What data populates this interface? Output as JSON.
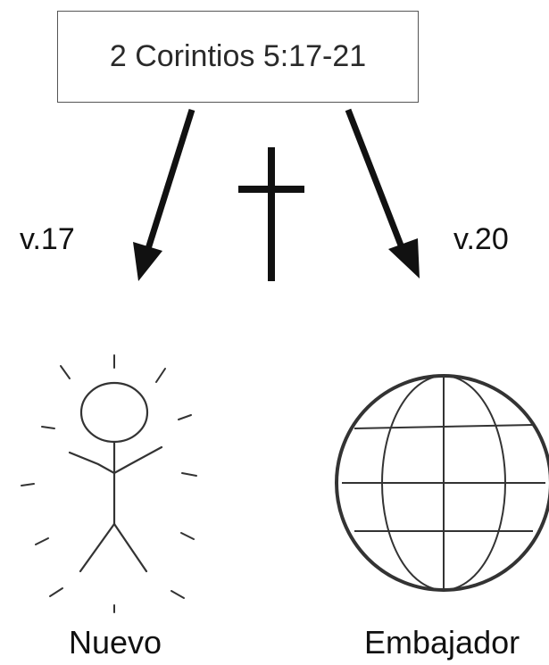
{
  "diagram": {
    "title": "2 Corintios 5:17-21",
    "left_verse": "v.17",
    "right_verse": "v.20",
    "left_caption": "Nuevo",
    "right_caption": "Embajador",
    "icons": {
      "center": "cross-icon",
      "left": "stick-figure-icon",
      "right": "globe-icon"
    },
    "colors": {
      "stroke": "#111111",
      "box_border": "#555555",
      "text": "#2a2a2a"
    }
  }
}
